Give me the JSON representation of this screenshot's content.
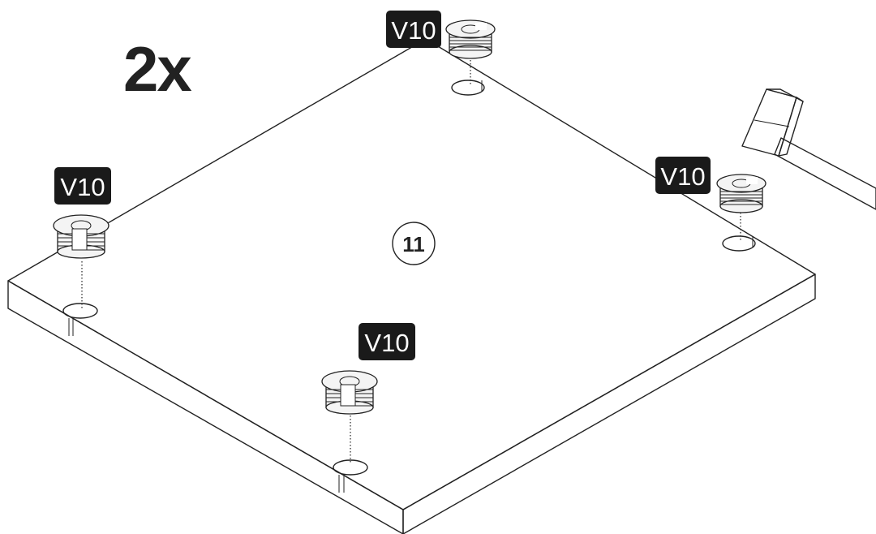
{
  "quantity_label": "2x",
  "part_number": "11",
  "fittings": [
    {
      "label": "V10"
    },
    {
      "label": "V10"
    },
    {
      "label": "V10"
    },
    {
      "label": "V10"
    }
  ],
  "colors": {
    "line": "#222222",
    "tag_background": "#1a1a1a",
    "tag_text": "#ffffff",
    "background": "#ffffff"
  },
  "icons": [
    "hammer-icon",
    "cam-fitting-icon"
  ]
}
